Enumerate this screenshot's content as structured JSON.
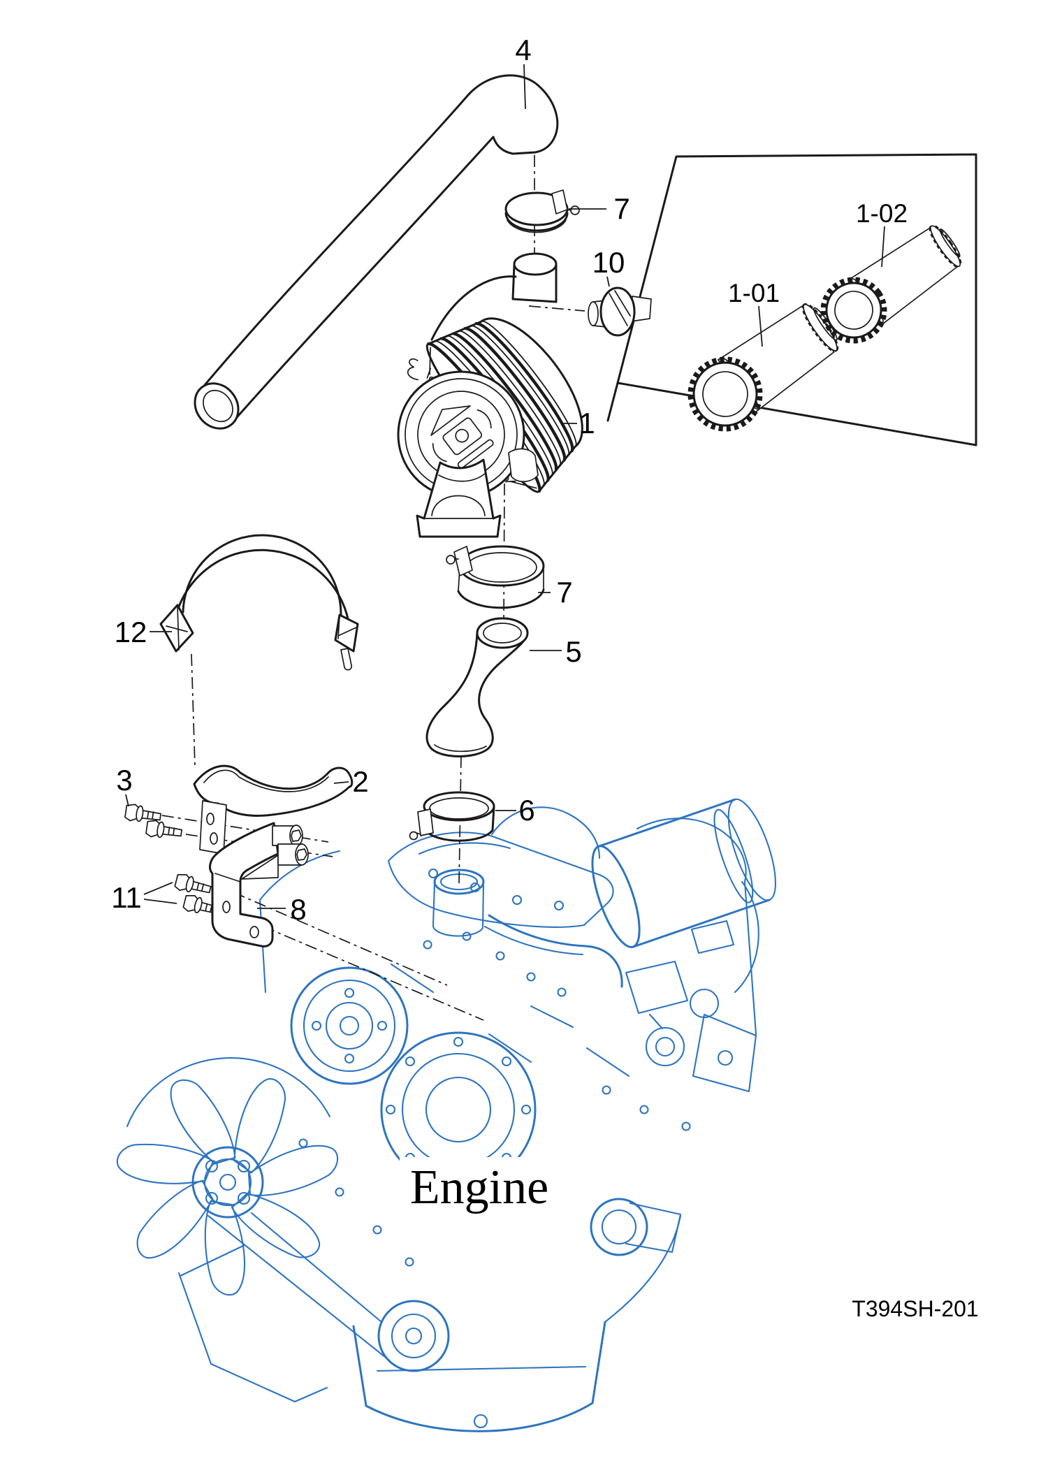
{
  "diagram": {
    "drawing_code": "T394SH-201",
    "engine_label": "Engine",
    "colors": {
      "line": "#1a1a1a",
      "engine": "#2d74c0",
      "background": "#ffffff"
    },
    "callouts": [
      {
        "id": "part-4-intake-hose",
        "label": "4"
      },
      {
        "id": "part-7-clamp-upper",
        "label": "7"
      },
      {
        "id": "part-10-sensor",
        "label": "10"
      },
      {
        "id": "part-1-air-cleaner",
        "label": "1"
      },
      {
        "id": "part-1-02-inner-element",
        "label": "1-02"
      },
      {
        "id": "part-1-01-outer-element",
        "label": "1-01"
      },
      {
        "id": "part-12-band-clamp",
        "label": "12"
      },
      {
        "id": "part-7-clamp-lower",
        "label": "7"
      },
      {
        "id": "part-5-elbow-hose",
        "label": "5"
      },
      {
        "id": "part-2-saddle",
        "label": "2"
      },
      {
        "id": "part-6-clamp",
        "label": "6"
      },
      {
        "id": "part-3-bolts",
        "label": "3"
      },
      {
        "id": "part-11-bolts",
        "label": "11"
      },
      {
        "id": "part-8-bracket",
        "label": "8"
      }
    ]
  }
}
